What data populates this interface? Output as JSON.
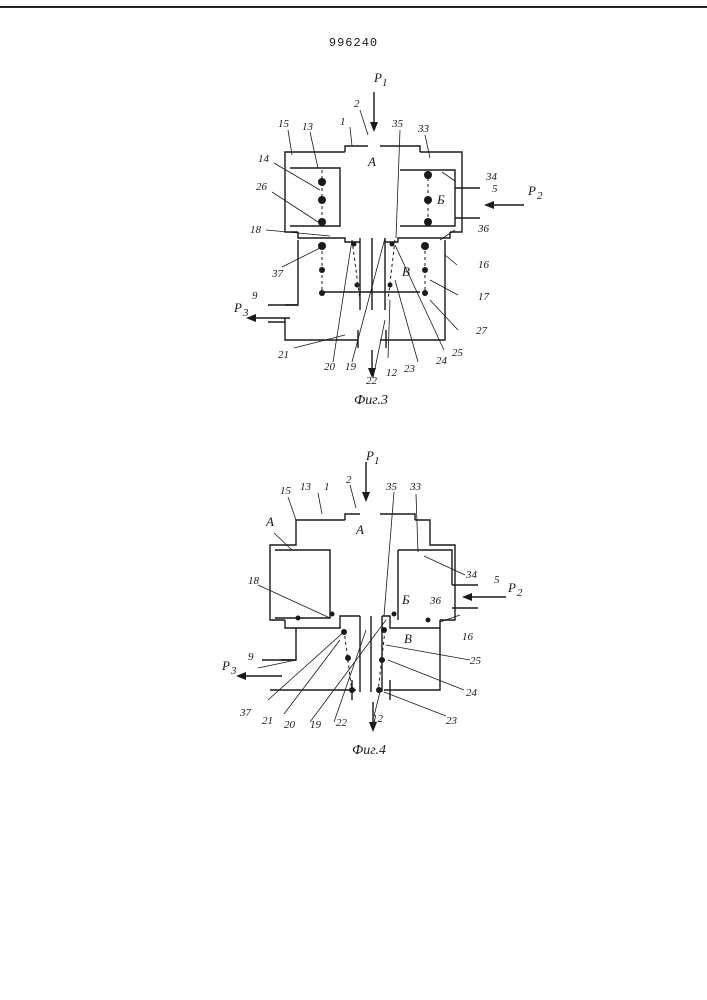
{
  "patent_number": "996240",
  "figure3": {
    "caption": "Фиг.3",
    "pressures": {
      "p1": "P",
      "p1_sub": "1",
      "p2": "P",
      "p2_sub": "2",
      "p3": "P",
      "p3_sub": "3"
    },
    "chambers": {
      "a": "А",
      "b": "Б",
      "v": "В"
    },
    "labels": {
      "n1": "1",
      "n2": "2",
      "n5": "5",
      "n9": "9",
      "n12": "12",
      "n13": "13",
      "n14": "14",
      "n15": "15",
      "n16": "16",
      "n17": "17",
      "n18": "18",
      "n19": "19",
      "n20": "20",
      "n21": "21",
      "n22": "22",
      "n23": "23",
      "n24": "24",
      "n25": "25",
      "n26": "26",
      "n27": "27",
      "n33": "33",
      "n34": "34",
      "n35": "35",
      "n36": "36",
      "n37": "37"
    }
  },
  "figure4": {
    "caption": "Фиг.4",
    "pressures": {
      "p1": "P",
      "p1_sub": "1",
      "p2": "P",
      "p2_sub": "2",
      "p3": "P",
      "p3_sub": "3"
    },
    "chambers": {
      "a": "А",
      "a_outer": "А",
      "b": "Б",
      "v": "В"
    },
    "labels": {
      "n1": "1",
      "n2": "2",
      "n5": "5",
      "n9": "9",
      "n12": "12",
      "n13": "13",
      "n15": "15",
      "n16": "16",
      "n18": "18",
      "n19": "19",
      "n20": "20",
      "n21": "21",
      "n22": "22",
      "n23": "23",
      "n24": "24",
      "n25": "25",
      "n33": "33",
      "n34": "34",
      "n35": "35",
      "n36": "36",
      "n37": "37"
    }
  }
}
